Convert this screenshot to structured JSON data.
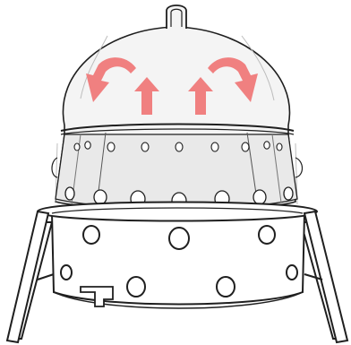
{
  "diagram": {
    "subject": "stove-with-dome-cover",
    "colors": {
      "outline": "#1f1f1f",
      "dome_fill": "#f4f4f4",
      "chamber_fill": "#e9e9e9",
      "base_fill": "#ffffff",
      "airflow_arrow": "#f08080"
    },
    "airflow_arrows": [
      {
        "name": "arrow-left-curved",
        "direction": "down-left"
      },
      {
        "name": "arrow-left-up",
        "direction": "up"
      },
      {
        "name": "arrow-right-up",
        "direction": "up"
      },
      {
        "name": "arrow-right-curved",
        "direction": "down-right"
      }
    ]
  }
}
